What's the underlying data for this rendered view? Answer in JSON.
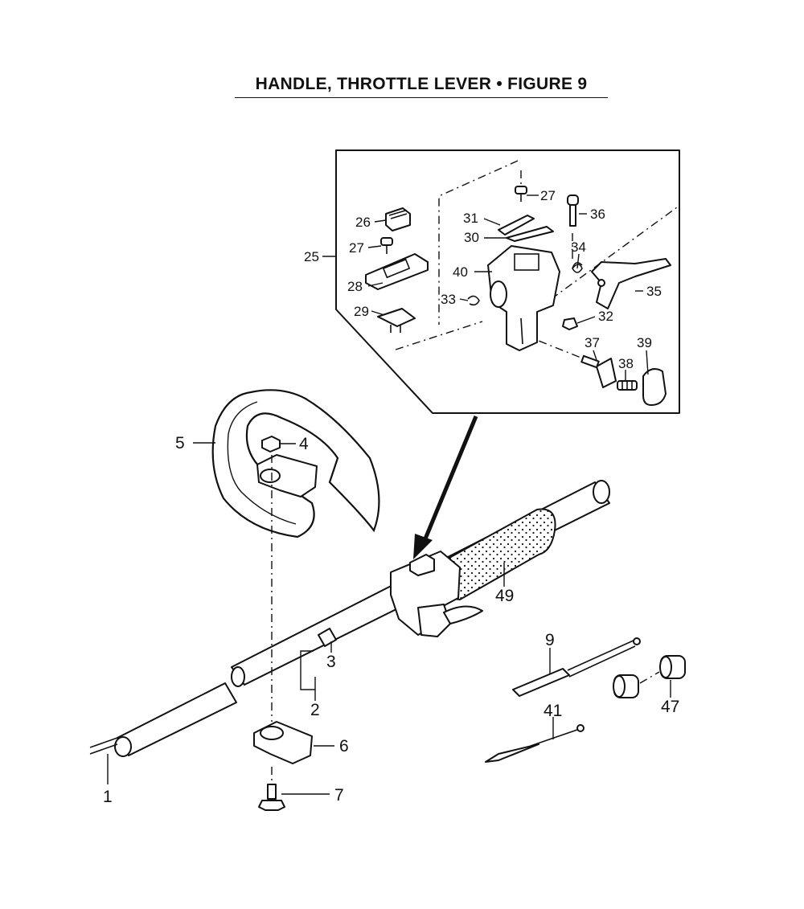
{
  "title": "HANDLE, THROTTLE LEVER • FIGURE 9",
  "parts": {
    "p1": "1",
    "p2": "2",
    "p3": "3",
    "p4": "4",
    "p5": "5",
    "p6": "6",
    "p7": "7",
    "p9": "9",
    "p25": "25",
    "p26": "26",
    "p27a": "27",
    "p27b": "27",
    "p28": "28",
    "p29": "29",
    "p30": "30",
    "p31": "31",
    "p32": "32",
    "p33": "33",
    "p34": "34",
    "p35": "35",
    "p36": "36",
    "p37": "37",
    "p38": "38",
    "p39": "39",
    "p40": "40",
    "p41": "41",
    "p47": "47",
    "p49": "49"
  }
}
